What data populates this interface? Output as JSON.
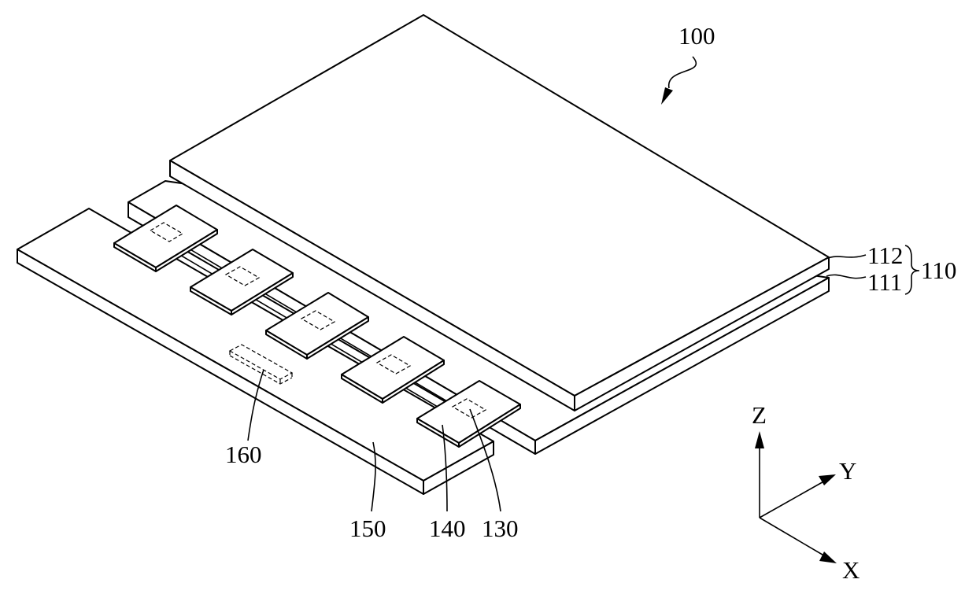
{
  "figure": {
    "assembly_label": "100",
    "layer_top_label": "112",
    "layer_bottom_label": "111",
    "panel_label": "110",
    "board_label": "150",
    "chip_film_label": "140",
    "chip_label": "130",
    "component_label": "160"
  },
  "axes": {
    "z_label": "Z",
    "y_label": "Y",
    "x_label": "X"
  },
  "colors": {
    "line": "#000000",
    "background": "#ffffff"
  }
}
